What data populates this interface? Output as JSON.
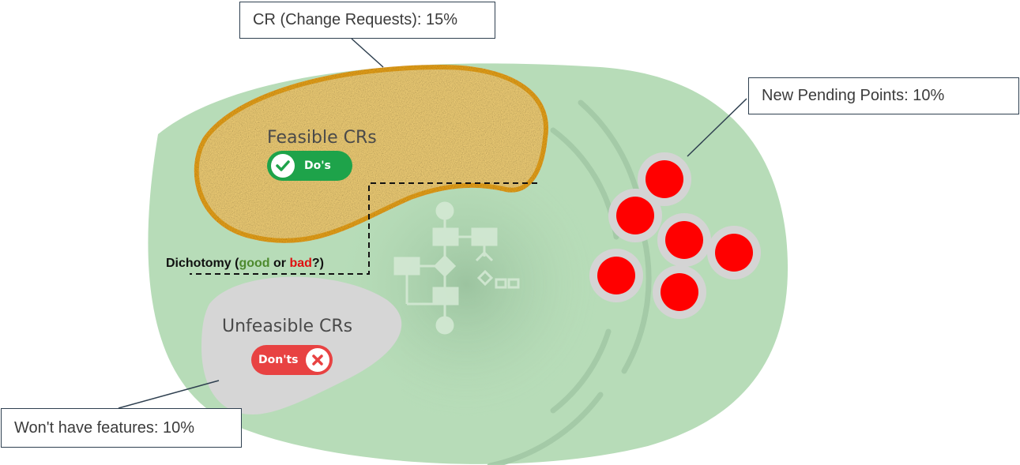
{
  "callouts": {
    "change_requests": "CR (Change Requests): 15%",
    "pending_points": "New Pending Points:  10%",
    "wont_have": "Won't have features:  10%"
  },
  "regions": {
    "feasible": {
      "title": "Feasible CRs",
      "badge": "Do's"
    },
    "unfeasible": {
      "title": "Unfeasible CRs",
      "badge": "Don'ts"
    }
  },
  "dichotomy": {
    "prefix": "Dichotomy (",
    "good": "good",
    "middle": " or ",
    "bad": "bad",
    "suffix": "?)"
  },
  "icons": {
    "feasible_badge": "check-icon",
    "unfeasible_badge": "x-icon",
    "center": "flowchart-icon"
  },
  "colors": {
    "scope_fill": "#b7dcb8",
    "feasible_fill": "#f8d57a",
    "feasible_edge": "#f0a81c",
    "unfeasible_fill": "#d6d6d6",
    "do_badge": "#1ea34a",
    "dont_badge": "#e84242",
    "pending_point": "#ff0000",
    "pending_ring": "#d4d4d4",
    "good_text": "#4e8a2e",
    "bad_text": "#e01010"
  }
}
